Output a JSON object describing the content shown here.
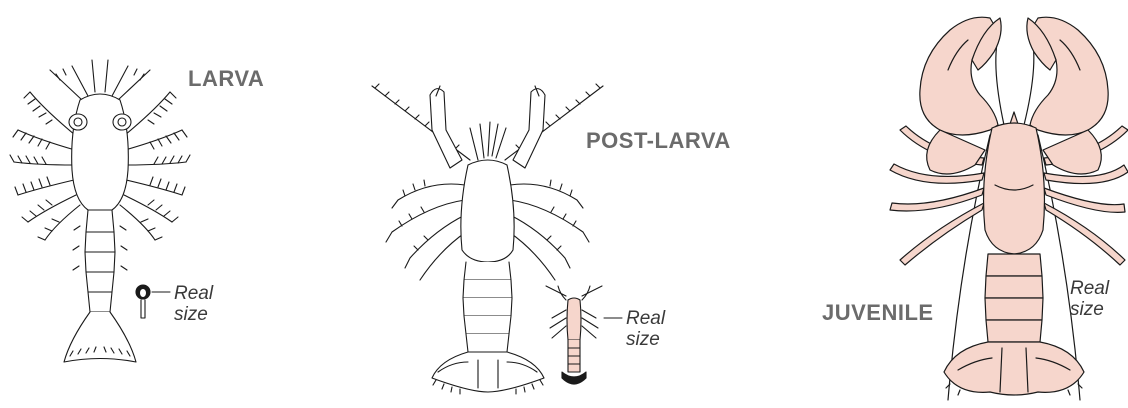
{
  "stages": [
    {
      "name": "LARVA",
      "real_size_label": [
        "Real",
        "size"
      ]
    },
    {
      "name": "POST-LARVA",
      "real_size_label": [
        "Real",
        "size"
      ]
    },
    {
      "name": "JUVENILE",
      "real_size_label": [
        "Real",
        "size"
      ]
    }
  ],
  "colors": {
    "outline": "#1a1a1a",
    "juvenile_fill": "#f6d6cc",
    "label_gray": "#6b6b6b"
  }
}
